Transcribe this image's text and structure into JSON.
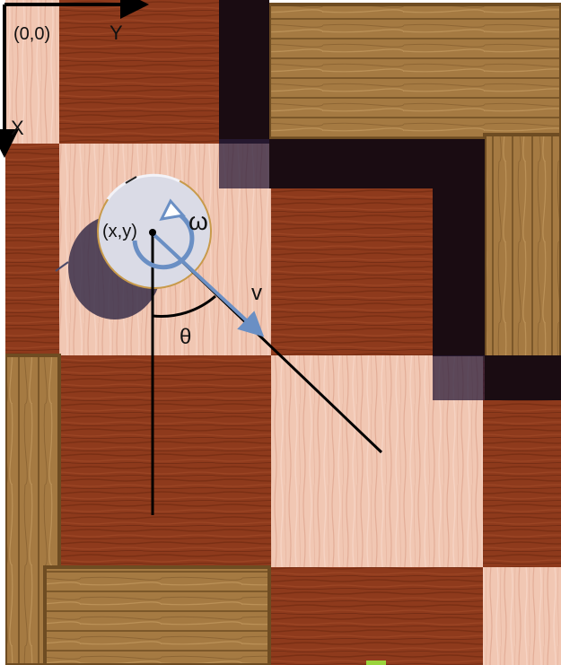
{
  "origin_label": "(0,0)",
  "x_axis_label": "X",
  "y_axis_label": "Y",
  "position_label": "(x,y)",
  "angular_velocity_label": "ω",
  "linear_velocity_label": "v",
  "heading_angle_label": "θ",
  "colors": {
    "dark_tile": "#8e3a1c",
    "light_tile": "#f1c7b3",
    "crate_wood": "#a57a42",
    "wall_shadow": "#1a0c12",
    "robot_body": "#dadbe6",
    "velocity_arrow": "#6a8fc4",
    "line": "#000000"
  }
}
